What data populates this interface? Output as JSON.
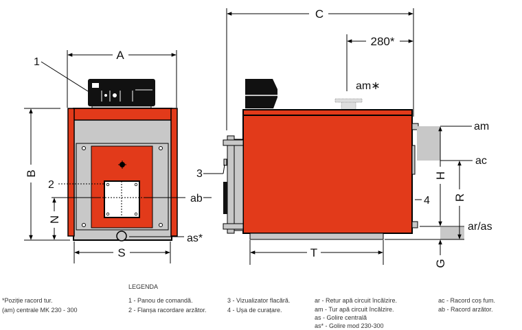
{
  "colors": {
    "red": "#e23a1a",
    "gray": "#c8c8c8",
    "black": "#111111"
  },
  "front_view": {
    "dims": {
      "A": "A",
      "B": "B",
      "N": "N",
      "S": "S"
    },
    "callouts": {
      "one": "1",
      "two": "2",
      "ab": "ab",
      "as_star": "as*",
      "three": "3"
    }
  },
  "side_view": {
    "dims": {
      "C": "C",
      "d280": "280*",
      "H": "H",
      "R": "R",
      "T": "T",
      "G": "G"
    },
    "callouts": {
      "am_star": "am∗",
      "am": "am",
      "ac": "ac",
      "ar_as": "ar/as",
      "four": "4"
    }
  },
  "legend": {
    "title": "LEGENDA",
    "footnote": [
      "*Poziție racord tur.",
      "(am) centrale MK 230 - 300"
    ],
    "col1": [
      "1 - Panou de comandă.",
      "2 - Flanșa racordare arzător."
    ],
    "col2": [
      "3 - Vizualizator flacără.",
      "4 - Ușa de curațare."
    ],
    "col3": [
      "ar - Retur apă circuit încălzire.",
      "am - Tur apă circuit încălzire.",
      "as - Golire centrală",
      "as* - Golire mod 230-300"
    ],
    "col4": [
      "ac - Racord coș fum.",
      "ab - Racord arzător."
    ]
  }
}
